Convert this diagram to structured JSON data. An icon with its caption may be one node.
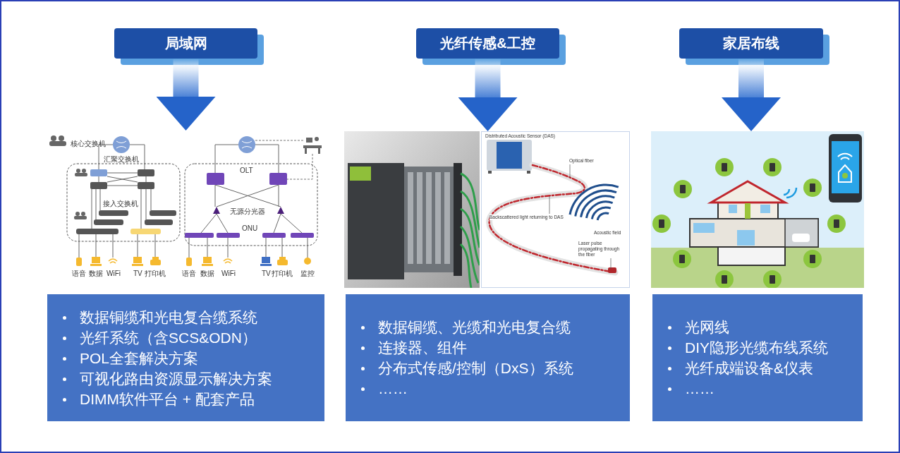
{
  "diagram": {
    "nodes": [
      {
        "text": [
          "局域网"
        ]
      },
      {
        "text": [],
        "shape": "picture"
      },
      {
        "text": [
          "数据铜缆和光电复合缆系统",
          "光纤系统（含SCS&ODN）",
          "POL全套解决方案",
          "可视化路由资源显示解决方案",
          "DIMM软件平台 + 配套产品"
        ]
      },
      {
        "text": [
          "光纤传感&工控"
        ]
      },
      {
        "text": [],
        "shape": "picture"
      },
      {
        "text": [
          "Optical fiber"
        ],
        "in": 4
      },
      {
        "text": [
          "Backscattered light returning to DAS"
        ],
        "in": 4
      },
      {
        "text": [
          "Laser pulse propagating through the fiber"
        ],
        "in": 4
      },
      {
        "text": [
          "数据铜缆、光缆和光电复合缆",
          "连接器、组件",
          "分布式传感/控制（DxS）系统",
          "……"
        ]
      },
      {
        "text": [
          "家居布线"
        ]
      },
      {
        "text": [],
        "shape": "picture"
      },
      {
        "text": [
          "光网线",
          "DIY隐形光缆布线系统",
          "光纤成端设备&仪表",
          "……"
        ]
      }
    ],
    "edges": [
      {
        "from": 0,
        "to": 1,
        "arrow": "to",
        "style": "thick"
      },
      {
        "from": 3,
        "to": 4,
        "arrow": "to",
        "style": "thick"
      },
      {
        "from": 9,
        "to": 10,
        "arrow": "to",
        "style": "thick"
      },
      {
        "from": 5,
        "to": null,
        "arrow": "none"
      },
      {
        "from": 6,
        "to": null,
        "arrow": "none"
      },
      {
        "from": 7,
        "to": null,
        "arrow": "none"
      }
    ],
    "labels": [
      "核心交换机",
      "汇聚交换机",
      "接入交换机",
      "语音",
      "数据",
      "WiFi",
      "TV",
      "打印机",
      "OLT",
      "无源分光器",
      "ONU",
      "语音",
      "数据",
      "WiFi",
      "TV",
      "打印机",
      "监控",
      "Distributed Acoustic Sensor (DAS)",
      "Acoustic field"
    ]
  }
}
